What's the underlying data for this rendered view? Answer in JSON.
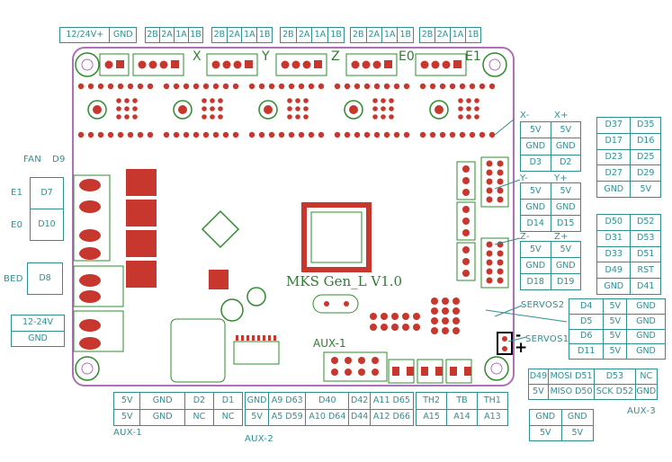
{
  "top_tables": [
    {
      "name": "power-header",
      "rows": [
        [
          "12/24V+",
          "GND"
        ]
      ]
    },
    {
      "name": "motor-header-x",
      "rows": [
        [
          "2B",
          "2A",
          "1A",
          "1B"
        ]
      ]
    },
    {
      "name": "motor-header-y",
      "rows": [
        [
          "2B",
          "2A",
          "1A",
          "1B"
        ]
      ]
    },
    {
      "name": "motor-header-z",
      "rows": [
        [
          "2B",
          "2A",
          "1A",
          "1B"
        ]
      ]
    },
    {
      "name": "motor-header-e0",
      "rows": [
        [
          "2B",
          "2A",
          "1A",
          "1B"
        ]
      ]
    },
    {
      "name": "motor-header-e1",
      "rows": [
        [
          "2B",
          "2A",
          "1A",
          "1B"
        ]
      ]
    }
  ],
  "axis_silk": [
    "X",
    "Y",
    "Z",
    "E0",
    "E1"
  ],
  "board_title": "MKS  Gen_L V1.0",
  "board_aux1": "AUX-1",
  "left": {
    "fan": "FAN",
    "fan_pin": "D9",
    "e1": "E1",
    "e0": "E0",
    "bed": "BED",
    "heater_table": [
      [
        "D7"
      ],
      [
        "D10"
      ]
    ],
    "bed_table": [
      [
        "D8"
      ]
    ],
    "power_table": [
      [
        "12-24V"
      ],
      [
        "GND"
      ]
    ]
  },
  "endstops": {
    "x": {
      "minus": "X-",
      "plus": "X+",
      "rows": [
        [
          "5V",
          "5V"
        ],
        [
          "GND",
          "GND"
        ],
        [
          "D3",
          "D2"
        ]
      ]
    },
    "y": {
      "minus": "Y-",
      "plus": "Y+",
      "rows": [
        [
          "5V",
          "5V"
        ],
        [
          "GND",
          "GND"
        ],
        [
          "D14",
          "D15"
        ]
      ]
    },
    "z": {
      "minus": "Z-",
      "plus": "Z+",
      "rows": [
        [
          "5V",
          "5V"
        ],
        [
          "GND",
          "GND"
        ],
        [
          "D18",
          "D19"
        ]
      ]
    }
  },
  "exp1": [
    [
      "D37",
      "D35"
    ],
    [
      "D17",
      "D16"
    ],
    [
      "D23",
      "D25"
    ],
    [
      "D27",
      "D29"
    ],
    [
      "GND",
      "5V"
    ]
  ],
  "exp2": [
    [
      "D50",
      "D52"
    ],
    [
      "D31",
      "D53"
    ],
    [
      "D33",
      "D51"
    ],
    [
      "D49",
      "RST"
    ],
    [
      "GND",
      "D41"
    ]
  ],
  "servos": {
    "label2": "SERVOS2",
    "label1": "SERVOS1",
    "minus": "-",
    "plus": "+",
    "rows": [
      [
        "D4",
        "5V",
        "GND"
      ],
      [
        "D5",
        "5V",
        "GND"
      ],
      [
        "D6",
        "5V",
        "GND"
      ],
      [
        "D11",
        "5V",
        "GND"
      ]
    ]
  },
  "aux3": {
    "label": "AUX-3",
    "rows": [
      [
        "D49",
        "MOSI D51",
        "D53",
        "NC"
      ],
      [
        "5V",
        "MISO D50",
        "SCK D52",
        "GND"
      ]
    ]
  },
  "power_out": [
    [
      "GND",
      "GND"
    ],
    [
      "5V",
      "5V"
    ]
  ],
  "aux1": {
    "label": "AUX-1",
    "rows": [
      [
        "5V",
        "GND",
        "D2",
        "D1"
      ],
      [
        "5V",
        "GND",
        "NC",
        "NC"
      ]
    ]
  },
  "aux2": {
    "label": "AUX-2",
    "rows": [
      [
        "GND",
        "A9 D63",
        "D40",
        "D42",
        "A11 D65"
      ],
      [
        "5V",
        "A5 D59",
        "A10 D64",
        "D44",
        "A12 D66"
      ]
    ]
  },
  "thermistors": [
    [
      "TH2",
      "TB",
      "TH1"
    ],
    [
      "A15",
      "A14",
      "A13"
    ]
  ],
  "colors": {
    "label": "#2f8f91",
    "pad": "#c8372d",
    "trace": "#2e8b2e",
    "outline": "#b070b8"
  }
}
